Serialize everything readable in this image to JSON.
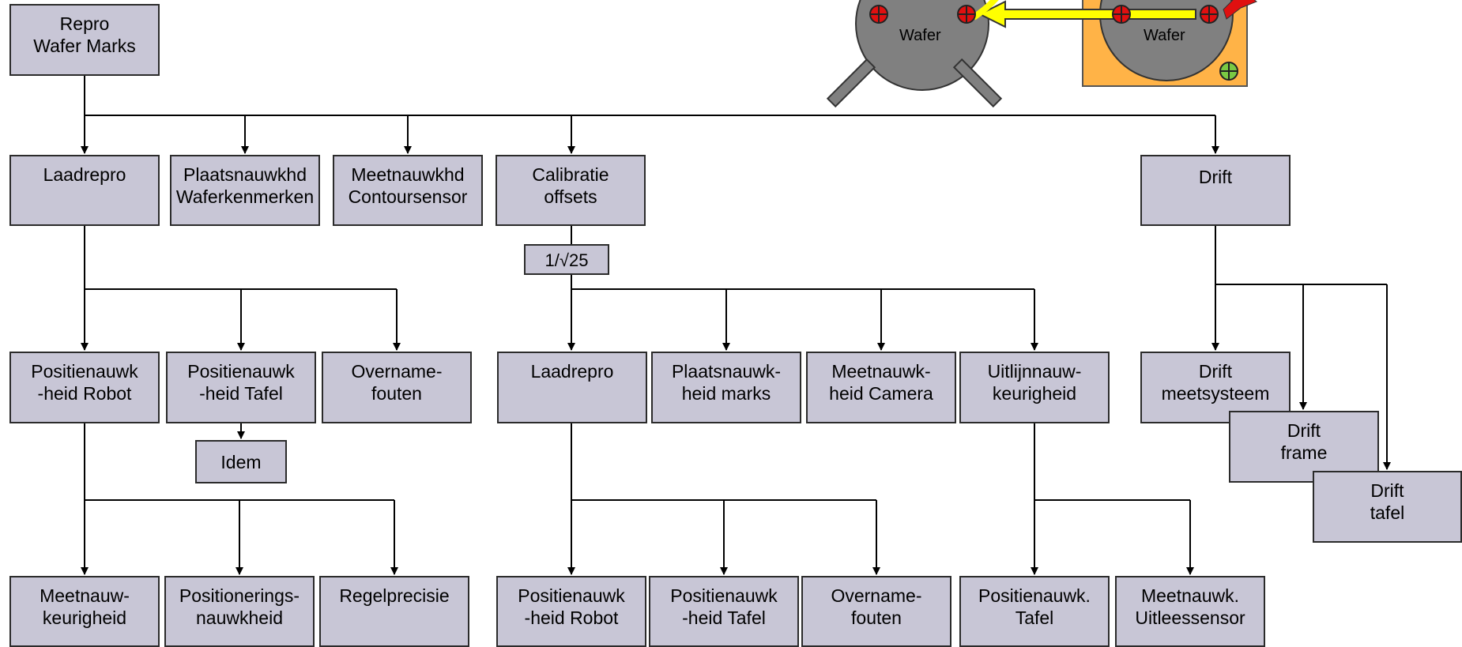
{
  "root": {
    "line1": "Repro",
    "line2": "Wafer Marks"
  },
  "level1": {
    "laadrepro": "Laadrepro",
    "plaatsnauwkhd": {
      "line1": "Plaatsnauwkhd",
      "line2": "Waferkenmerken"
    },
    "meetnauwkhd": {
      "line1": "Meetnauwkhd",
      "line2": "Contoursensor"
    },
    "calibratie": {
      "line1": "Calibratie",
      "line2": "offsets"
    },
    "drift": "Drift"
  },
  "factor": "1/√25",
  "laadrepro_children": {
    "positie_robot": {
      "line1": "Positienauwk",
      "line2": "-heid Robot"
    },
    "positie_tafel": {
      "line1": "Positienauwk",
      "line2": "-heid Tafel"
    },
    "overname": {
      "line1": "Overname-",
      "line2": "fouten"
    },
    "idem": "Idem"
  },
  "robot_children": {
    "meetnauw": {
      "line1": "Meetnauw-",
      "line2": "keurigheid"
    },
    "positionering": {
      "line1": "Positionerings-",
      "line2": "nauwkheid"
    },
    "regelprecisie": "Regelprecisie"
  },
  "calib_children": {
    "laadrepro": "Laadrepro",
    "plaatsnauwk": {
      "line1": "Plaatsnauwk-",
      "line2": "heid marks"
    },
    "meetnauwk_camera": {
      "line1": "Meetnauwk-",
      "line2": "heid Camera"
    },
    "uitlijn": {
      "line1": "Uitlijnnauw-",
      "line2": "keurigheid"
    }
  },
  "calib_laadrepro_children": {
    "positie_robot": {
      "line1": "Positienauwk",
      "line2": "-heid Robot"
    },
    "positie_tafel": {
      "line1": "Positienauwk",
      "line2": "-heid Tafel"
    },
    "overname": {
      "line1": "Overname-",
      "line2": "fouten"
    }
  },
  "uitlijn_children": {
    "positie_tafel": {
      "line1": "Positienauwk.",
      "line2": "Tafel"
    },
    "uitleessensor": {
      "line1": "Meetnauwk.",
      "line2": "Uitleessensor"
    }
  },
  "drift_children": {
    "meetsysteem": {
      "line1": "Drift",
      "line2": "meetsysteem"
    },
    "frame": {
      "line1": "Drift",
      "line2": "frame"
    },
    "tafel": {
      "line1": "Drift",
      "line2": "tafel"
    }
  },
  "illustration": {
    "wafer_left": "Wafer",
    "wafer_right": "Wafer"
  }
}
